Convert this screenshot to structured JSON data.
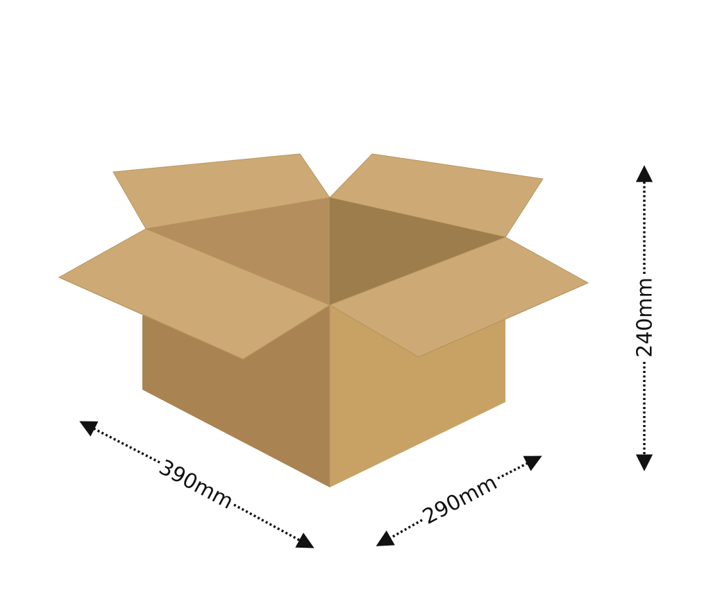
{
  "diagram": {
    "subject_icon": "open-cardboard-box-icon",
    "dimensions": {
      "length": {
        "label": "390mm",
        "value": 390,
        "unit": "mm"
      },
      "width": {
        "label": "290mm",
        "value": 290,
        "unit": "mm"
      },
      "height": {
        "label": "240mm",
        "value": 240,
        "unit": "mm"
      }
    }
  },
  "colors": {
    "flap_outer": "#CDAA75",
    "flap_edge": "#B8945E",
    "inside_left": "#B48E5C",
    "inside_right": "#9E7D4D",
    "inside_front": "#A9885A",
    "box_left": "#A98452",
    "box_right": "#C8A265",
    "arrow": "#111111"
  }
}
